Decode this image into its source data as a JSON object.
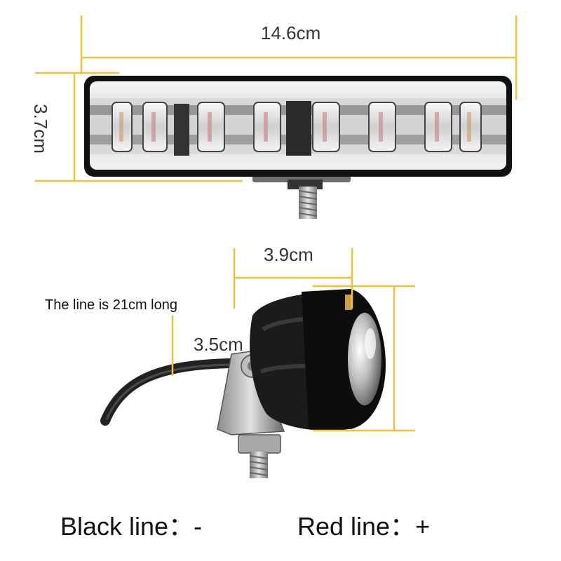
{
  "dimensions": {
    "length": "14.6cm",
    "height": "3.7cm",
    "side_width": "3.9cm",
    "side_height": "3.5cm"
  },
  "note": "The line is 21cm long",
  "legend": {
    "black": "Black line：-",
    "red": "Red line：+"
  },
  "colors": {
    "dimension_line": "#f0c23a",
    "housing": "#111111",
    "lens": "#e8e8e8"
  }
}
